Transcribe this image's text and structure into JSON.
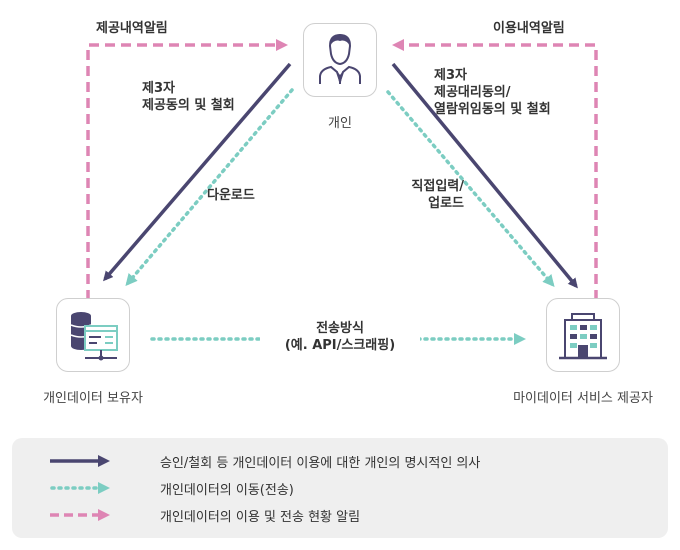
{
  "nodes": {
    "person": "개인",
    "holder": "개인데이터 보유자",
    "provider": "마이데이터 서비스 제공자"
  },
  "labels": {
    "provision_notice": "제공내역알림",
    "usage_notice": "이용내역알림",
    "third_party_left": [
      "제3자",
      "제공동의 및 철회"
    ],
    "third_party_right": [
      "제3자",
      "제공대리동의/",
      "열람위임동의 및 철회"
    ],
    "download": "다운로드",
    "direct_input": [
      "직접입력/",
      "업로드"
    ],
    "transfer_method": [
      "전송방식",
      "(예. API/스크래핑)"
    ]
  },
  "legend": [
    {
      "style": "solid",
      "color": "#4a4670",
      "text": "승인/철회 등 개인데이터 이용에 대한 개인의 명시적인 의사"
    },
    {
      "style": "dotted",
      "color": "#7ccdc2",
      "text": "개인데이터의 이동(전송)"
    },
    {
      "style": "dashed",
      "color": "#de85b4",
      "text": "개인데이터의 이용 및 전송 현황 알림"
    }
  ],
  "colors": {
    "consent": "#4a4670",
    "transfer": "#7ccdc2",
    "notice": "#de85b4",
    "icon": "#4a4670",
    "icon_accent": "#7ccdc2"
  },
  "icons": {
    "person": "person-icon",
    "holder": "database-server-icon",
    "provider": "building-icon"
  }
}
